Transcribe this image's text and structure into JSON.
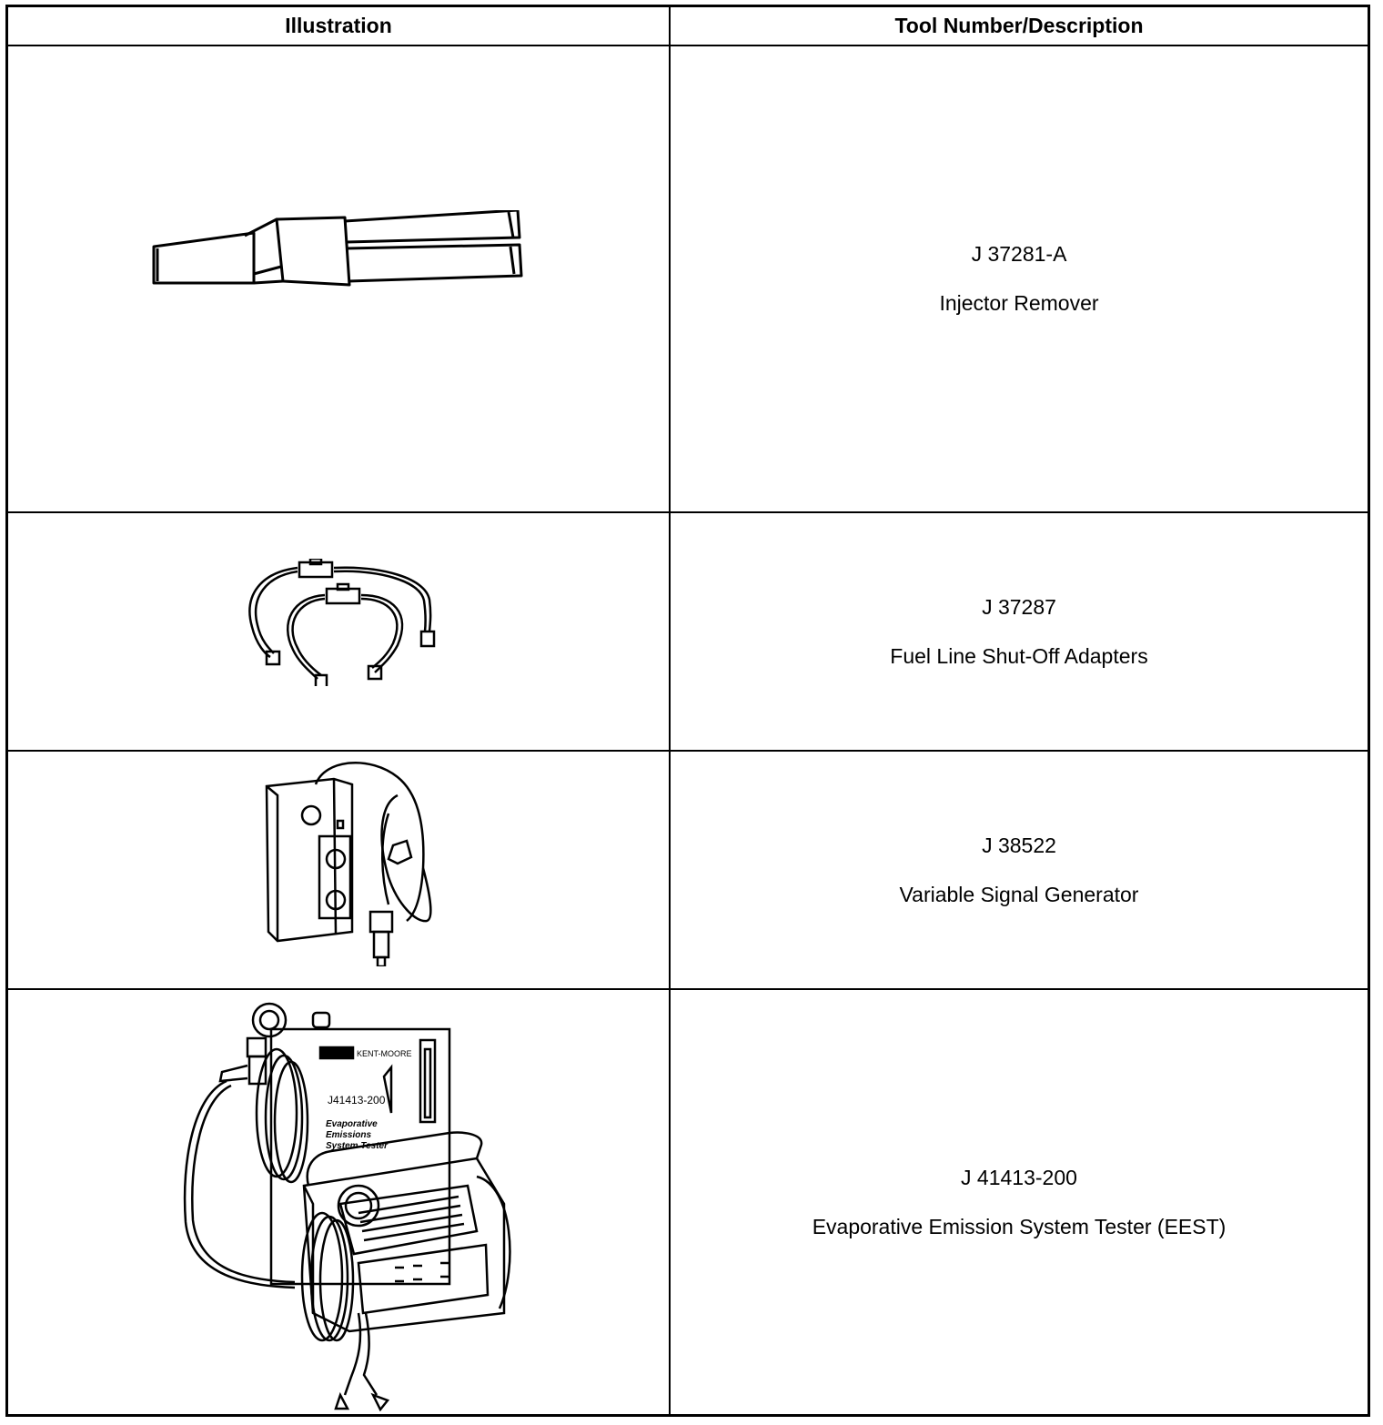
{
  "header": {
    "illustration": "Illustration",
    "tool": "Tool Number/Description"
  },
  "tools": [
    {
      "number": "J 37281-A",
      "description": "Injector Remover",
      "illustration_icon": "injector-remover-icon"
    },
    {
      "number": "J 37287",
      "description": "Fuel Line Shut-Off Adapters",
      "illustration_icon": "fuel-line-adapters-icon"
    },
    {
      "number": "J 38522",
      "description": "Variable Signal Generator",
      "illustration_icon": "signal-generator-icon"
    },
    {
      "number": "J 41413-200",
      "description": "Evaporative Emission System Tester (EEST)",
      "illustration_icon": "eest-tester-icon",
      "illustration_text": {
        "brand": "KENT-MOORE",
        "model": "J41413-200",
        "label1": "Evaporative",
        "label2": "Emissions",
        "label3": "System Tester"
      }
    }
  ]
}
